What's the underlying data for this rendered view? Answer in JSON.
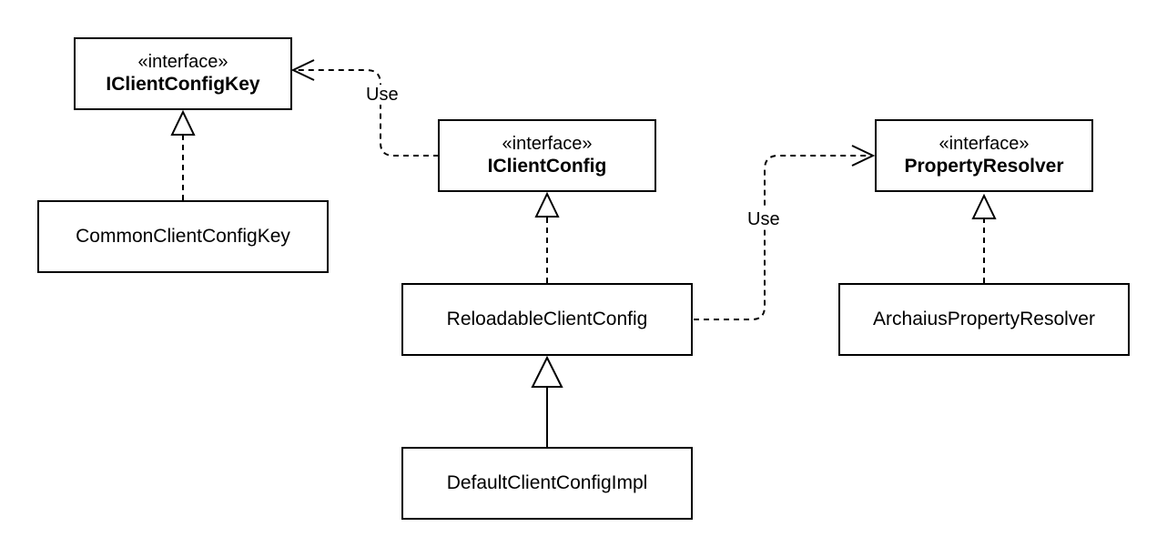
{
  "diagram": {
    "classes": {
      "iclientconfigkey": {
        "stereotype": "«interface»",
        "name": "IClientConfigKey"
      },
      "commonclientconfigkey": {
        "name": "CommonClientConfigKey"
      },
      "iclientconfig": {
        "stereotype": "«interface»",
        "name": "IClientConfig"
      },
      "reloadableclientconfig": {
        "name": "ReloadableClientConfig"
      },
      "defaultclientconfigimpl": {
        "name": "DefaultClientConfigImpl"
      },
      "propertyresolver": {
        "stereotype": "«interface»",
        "name": "PropertyResolver"
      },
      "archaiuspropertyresolver": {
        "name": "ArchaiusPropertyResolver"
      }
    },
    "relations": {
      "use_config_to_key": {
        "label": "Use"
      },
      "use_reloadable_to_resolver": {
        "label": "Use"
      }
    }
  }
}
